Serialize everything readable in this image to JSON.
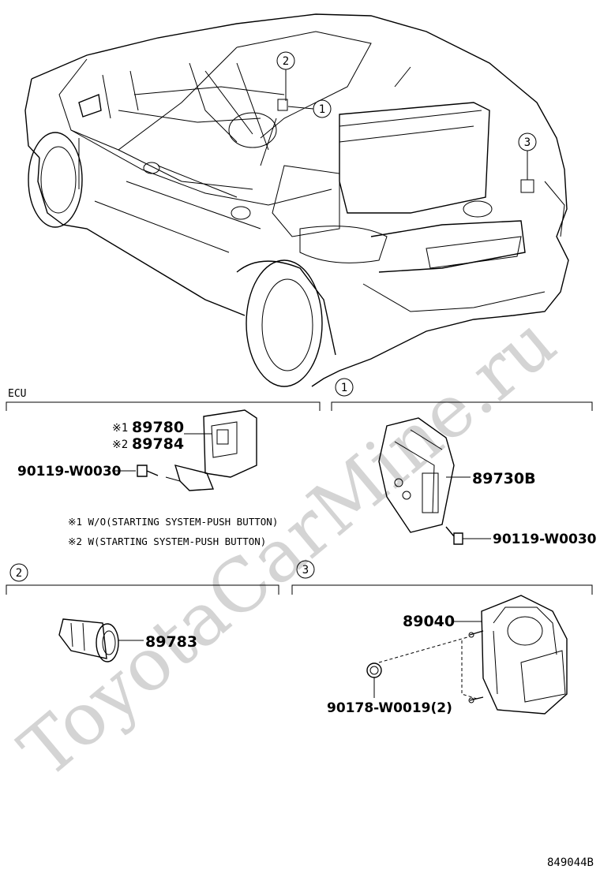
{
  "watermark": "ToyotaCarMine.ru",
  "figure_code": "849044B",
  "sections": {
    "ecu": {
      "title": "ECU",
      "mark1": "※1",
      "mark2": "※2",
      "part1": "89780",
      "part2": "89784",
      "bolt": "90119-W0030",
      "note1": "※1 W/O(STARTING SYSTEM-PUSH BUTTON)",
      "note2": "※2 W(STARTING SYSTEM-PUSH BUTTON)"
    },
    "s1": {
      "num": "1",
      "part": "89730B",
      "bolt": "90119-W0030"
    },
    "s2": {
      "num": "2",
      "part": "89783"
    },
    "s3": {
      "num": "3",
      "part": "89040",
      "clip": "90178-W0019(2)"
    }
  },
  "callouts": [
    "1",
    "2",
    "3"
  ]
}
